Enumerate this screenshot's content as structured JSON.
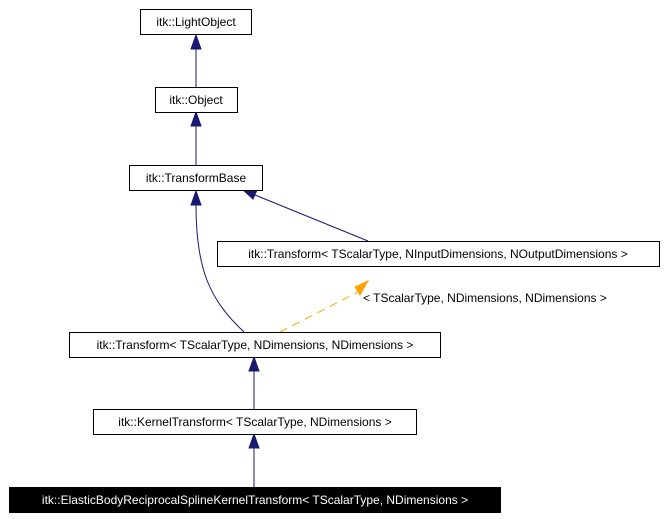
{
  "colors": {
    "inherit_edge": "#191970",
    "template_edge": "#ffa500",
    "highlight_node_fill": "#000000",
    "highlight_node_text": "#ffffff"
  },
  "nodes": {
    "light_object": "itk::LightObject",
    "object": "itk::Object",
    "transform_base": "itk::TransformBase",
    "transform_generic": "itk::Transform< TScalarType, NInputDimensions, NOutputDimensions >",
    "transform_nd": "itk::Transform< TScalarType, NDimensions, NDimensions >",
    "kernel_transform": "itk::KernelTransform< TScalarType, NDimensions >",
    "elastic_body": "itk::ElasticBodyReciprocalSplineKernelTransform< TScalarType, NDimensions >"
  },
  "edge_labels": {
    "template_instantiation": "< TScalarType, NDimensions, NDimensions >"
  }
}
